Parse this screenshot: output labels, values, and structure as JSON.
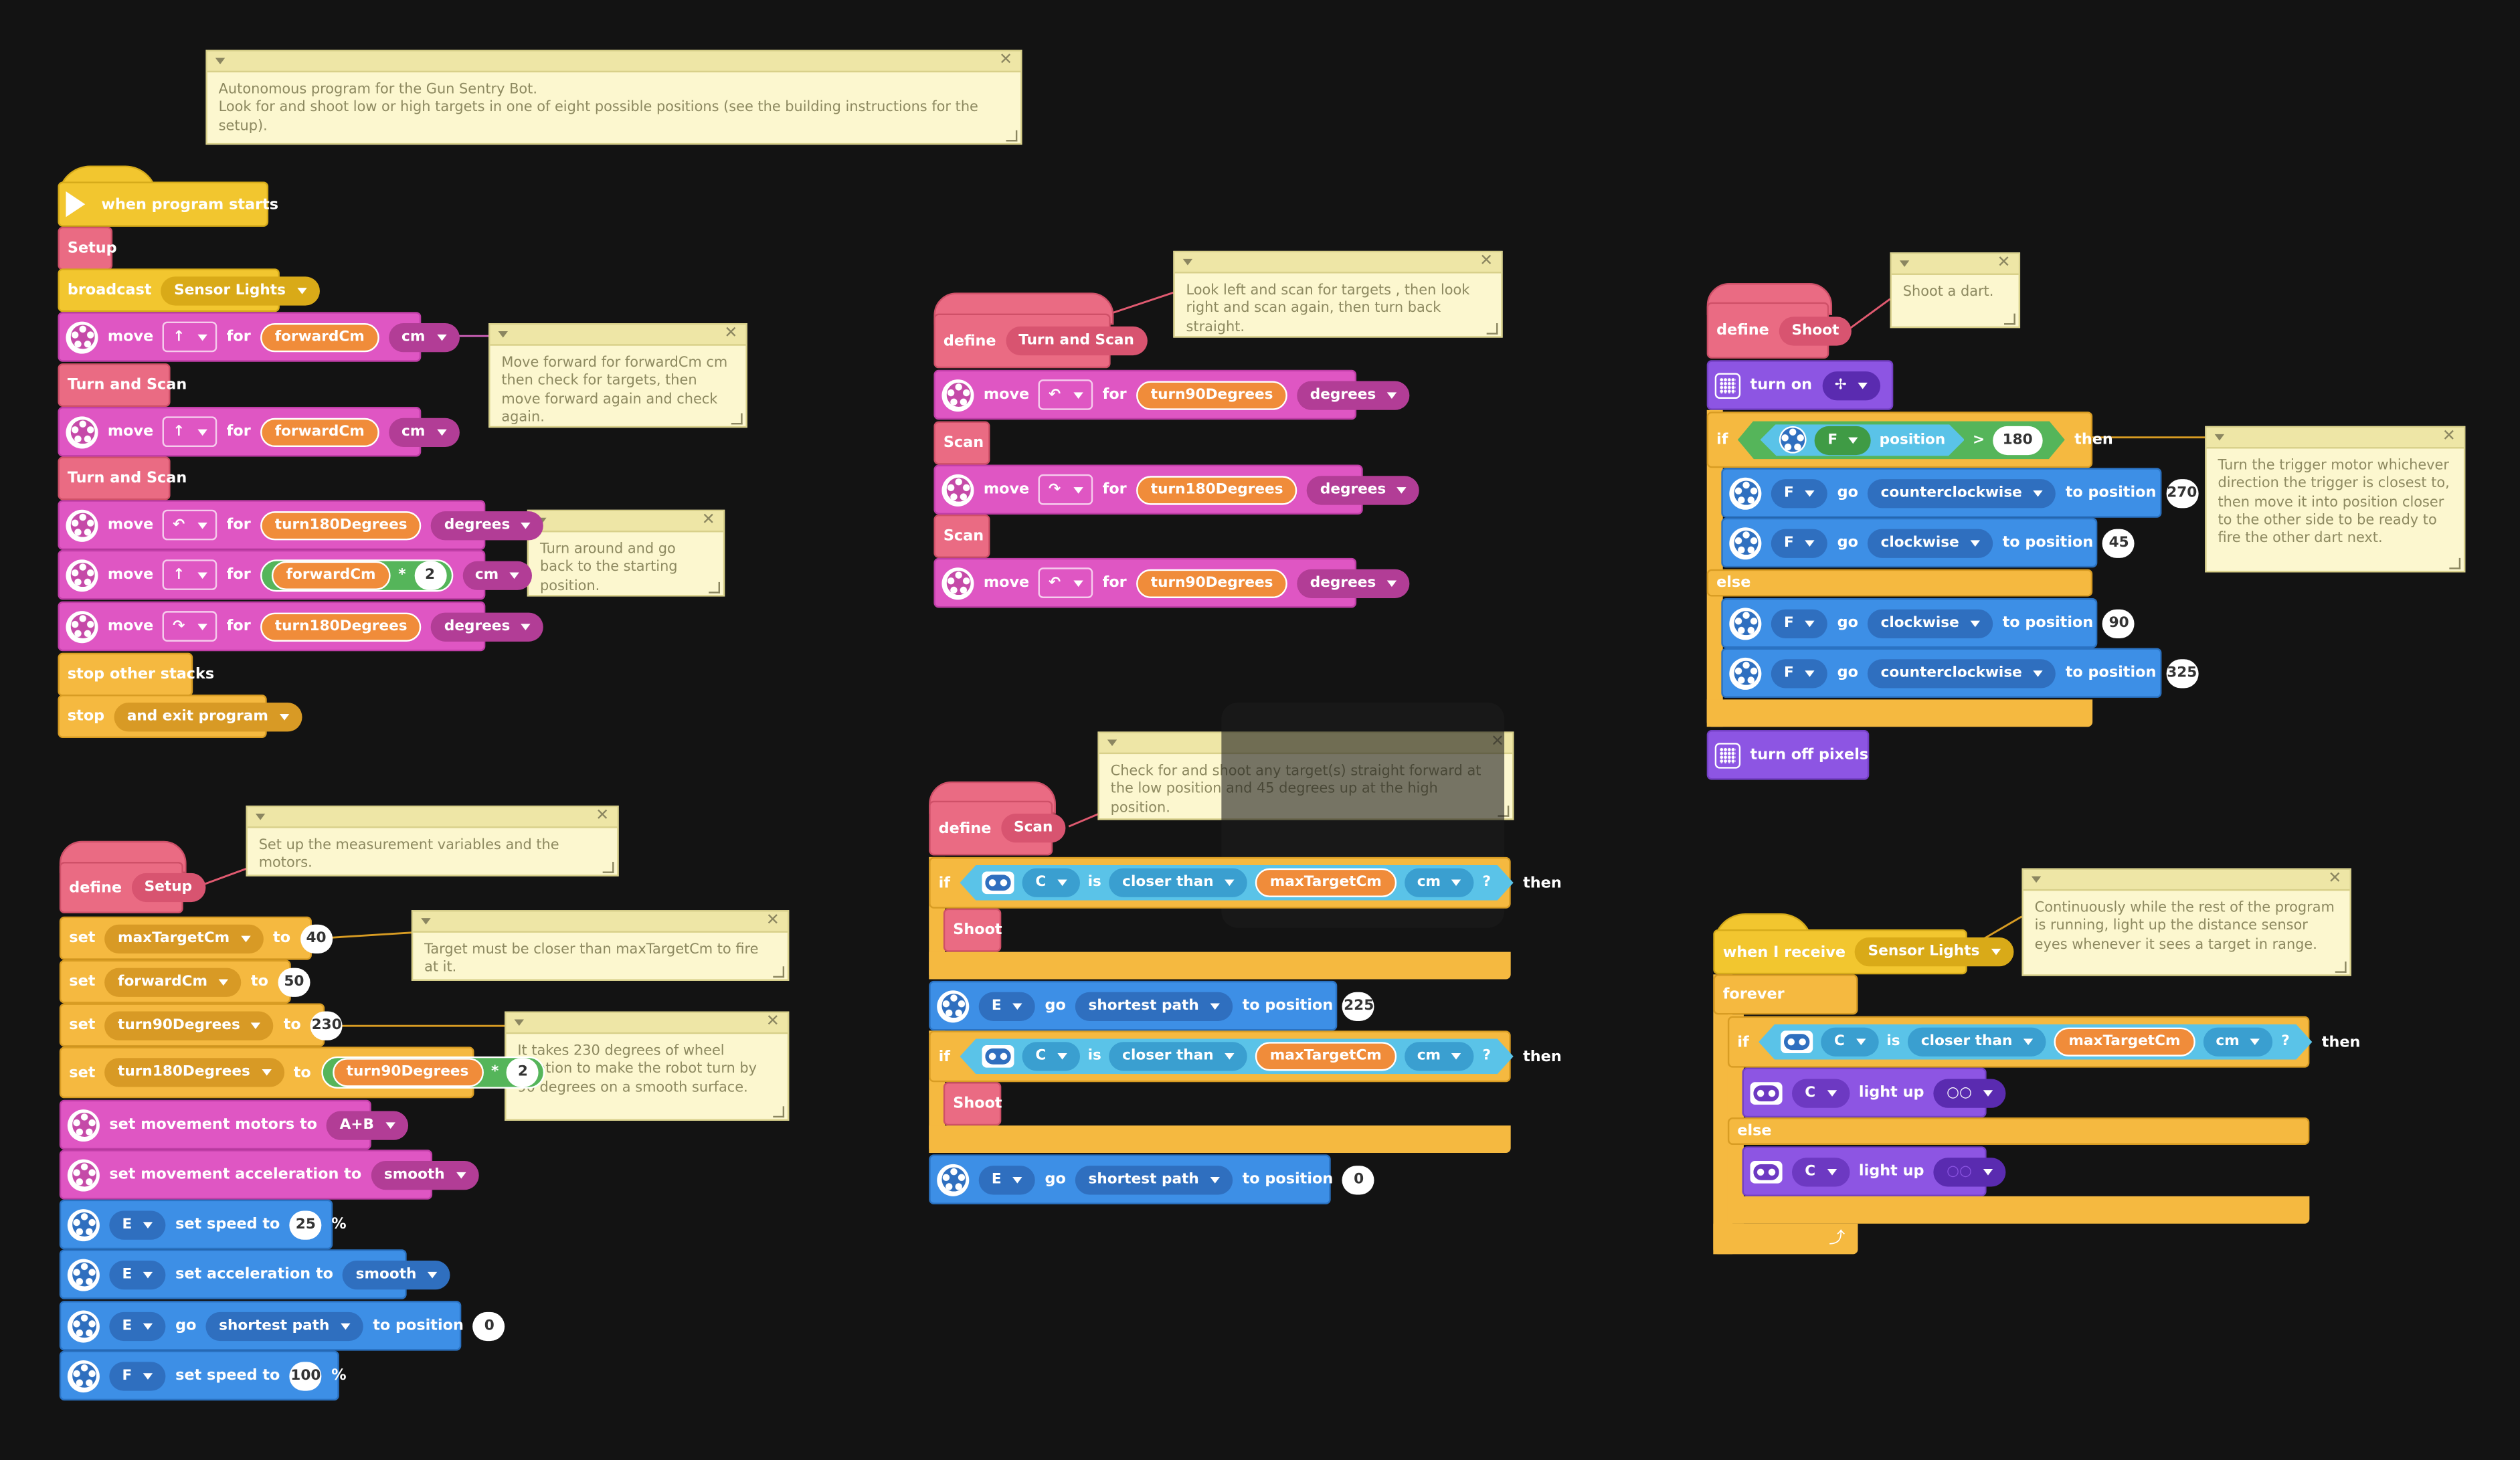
{
  "notes": {
    "n1": "Autonomous program for the Gun Sentry Bot.\nLook for and shoot low or high targets in one of eight possible positions (see the building instructions for the setup).",
    "n2": "Move forward for forwardCm cm then check for targets, then move forward again and check again.",
    "n3": "Turn around and go back to the starting position.",
    "n4": "Set up the measurement variables and the motors.",
    "n5": "Target must be closer than maxTargetCm to fire at it.",
    "n6": "It takes 230 degrees of wheel rotation to make the robot turn by 90 degrees on a smooth surface.",
    "n7": "Look left and scan for targets , then look right and scan again, then turn back straight.",
    "n8": "Check for and shoot any target(s) straight forward at the low position and 45 degrees up at the high position.",
    "n9": "Shoot a dart.",
    "n10": "Turn the trigger motor whichever direction the trigger is closest to, then move it into position closer to the other side to be ready to fire the other dart next.",
    "n11": "Continuously while the rest of the program is running, light up the distance sensor eyes whenever it sees a target in range."
  },
  "main": {
    "hat": "when program starts",
    "setup": "Setup",
    "broadcast": "broadcast",
    "broadcast_msg": "Sensor Lights",
    "move": "move",
    "for": "for",
    "forwardCm": "forwardCm",
    "cm": "cm",
    "turn_and_scan": "Turn and Scan",
    "turn180": "turn180Degrees",
    "degrees": "degrees",
    "times": "*",
    "two": "2",
    "stop_other": "stop other stacks",
    "stop": "stop",
    "exit": "and exit program"
  },
  "setup_def": {
    "define": "define",
    "name": "Setup",
    "set": "set",
    "to": "to",
    "maxTargetCm": "maxTargetCm",
    "v40": "40",
    "forwardCm": "forwardCm",
    "v50": "50",
    "turn90": "turn90Degrees",
    "v230": "230",
    "turn180": "turn180Degrees",
    "times": "*",
    "two": "2",
    "set_motors": "set movement motors to",
    "ab": "A+B",
    "set_accel": "set movement acceleration to",
    "smooth": "smooth",
    "e": "E",
    "f": "F",
    "set_speed": "set speed to",
    "v25": "25",
    "pct": "%",
    "set_acc": "set acceleration to",
    "go": "go",
    "shortest": "shortest path",
    "to_pos": "to position",
    "v0": "0",
    "v100": "100"
  },
  "turn_scan_def": {
    "define": "define",
    "name": "Turn and Scan",
    "move": "move",
    "for": "for",
    "turn90": "turn90Degrees",
    "turn180": "turn180Degrees",
    "degrees": "degrees",
    "scan": "Scan"
  },
  "scan_def": {
    "define": "define",
    "name": "Scan",
    "if": "if",
    "then": "then",
    "c": "C",
    "is": "is",
    "closer": "closer than",
    "maxTargetCm": "maxTargetCm",
    "cm": "cm",
    "q": "?",
    "shoot": "Shoot",
    "e": "E",
    "go": "go",
    "shortest": "shortest path",
    "to_pos": "to position",
    "v225": "225",
    "v0": "0"
  },
  "shoot_def": {
    "define": "define",
    "name": "Shoot",
    "turn_on": "turn on",
    "if": "if",
    "then": "then",
    "else": "else",
    "f": "F",
    "position": "position",
    "gt": ">",
    "v180": "180",
    "go": "go",
    "ccw": "counterclockwise",
    "cw": "clockwise",
    "to_pos": "to position",
    "v270": "270",
    "v45": "45",
    "v90": "90",
    "v325": "325",
    "turn_off": "turn off pixels"
  },
  "receive_def": {
    "when": "when I receive",
    "msg": "Sensor Lights",
    "forever": "forever",
    "if": "if",
    "then": "then",
    "else": "else",
    "c": "C",
    "is": "is",
    "closer": "closer than",
    "maxTargetCm": "maxTargetCm",
    "cm": "cm",
    "q": "?",
    "light": "light up"
  },
  "colors": {
    "events": "#f2c62f",
    "control": "#f5b940",
    "myblocks": "#ea6b83",
    "movement": "#df56c3",
    "motors": "#3d8fe6",
    "light": "#8d55e3",
    "sensors": "#5ac3e8",
    "variables": "#f08c3a",
    "operators": "#55b55a",
    "notes": "#fcf7cf"
  }
}
